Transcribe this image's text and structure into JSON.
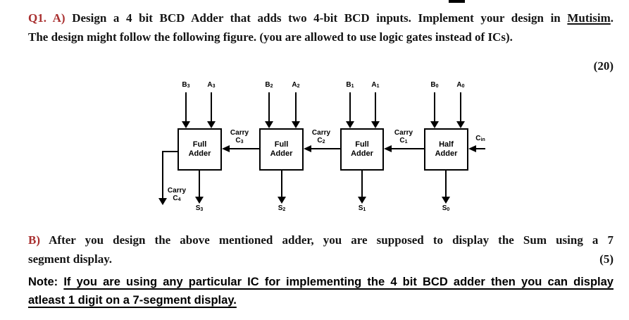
{
  "colors": {
    "accent_red": "#A93030",
    "diagram_ink": "#000000",
    "body_text": "#141414",
    "background": "#FFFFFF"
  },
  "question_a": {
    "label": "Q1. A)",
    "body": "Design a 4 bit BCD Adder that adds two 4-bit BCD inputs. Implement your design in",
    "underlined": "Mutisim",
    "after_underlined": ".",
    "line2": "The design might follow the following figure. (you are allowed to use logic gates instead of ICs).",
    "marks": "(20)"
  },
  "question_b": {
    "label": "B)",
    "line1": "After you design the above mentioned adder, you are supposed to display the Sum using a 7",
    "line2": "segment display.",
    "marks": "(5)"
  },
  "note": {
    "label": "Note:",
    "line1": "If you are using any particular IC for implementing the 4 bit BCD adder then you can display",
    "line2": "atleast 1 digit on a 7-segment display."
  },
  "diagram": {
    "blocks": {
      "fa3": {
        "line1": "Full",
        "line2": "Adder"
      },
      "fa2": {
        "line1": "Full",
        "line2": "Adder"
      },
      "fa1": {
        "line1": "Full",
        "line2": "Adder"
      },
      "ha": {
        "line1": "Half",
        "line2": "Adder"
      }
    },
    "inputs": {
      "b3": {
        "base": "B",
        "sub": "3"
      },
      "a3": {
        "base": "A",
        "sub": "3"
      },
      "b2": {
        "base": "B",
        "sub": "2"
      },
      "a2": {
        "base": "A",
        "sub": "2"
      },
      "b1": {
        "base": "B",
        "sub": "1"
      },
      "a1": {
        "base": "A",
        "sub": "1"
      },
      "b0": {
        "base": "B",
        "sub": "0"
      },
      "a0": {
        "base": "A",
        "sub": "0"
      }
    },
    "carries": {
      "c3": {
        "word": "Carry",
        "base": "C",
        "sub": "3"
      },
      "c2": {
        "word": "Carry",
        "base": "C",
        "sub": "2"
      },
      "c1": {
        "word": "Carry",
        "base": "C",
        "sub": "1"
      },
      "c4": {
        "word": "Carry",
        "base": "C",
        "sub": "4"
      },
      "cin": {
        "base": "C",
        "sub": "in"
      }
    },
    "sums": {
      "s3": {
        "base": "S",
        "sub": "3"
      },
      "s2": {
        "base": "S",
        "sub": "2"
      },
      "s1": {
        "base": "S",
        "sub": "1"
      },
      "s0": {
        "base": "S",
        "sub": "0"
      }
    }
  }
}
